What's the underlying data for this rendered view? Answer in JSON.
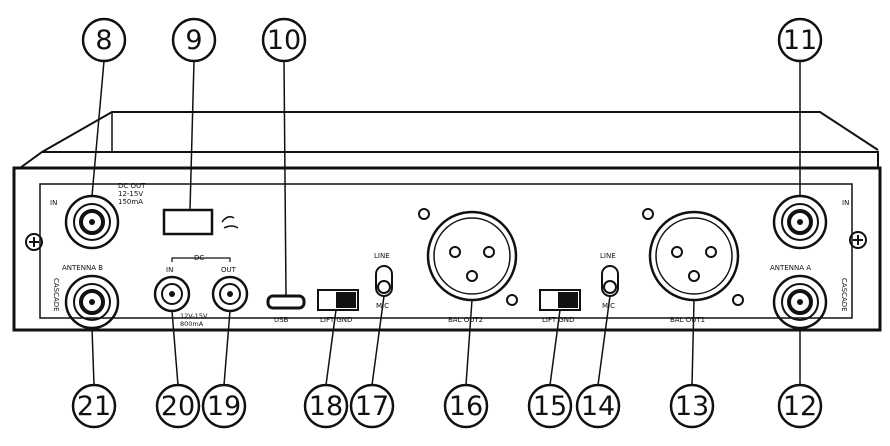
{
  "callouts": {
    "c8": "8",
    "c9": "9",
    "c10": "10",
    "c11": "11",
    "c21": "21",
    "c20": "20",
    "c19": "19",
    "c18": "18",
    "c17": "17",
    "c16": "16",
    "c15": "15",
    "c14": "14",
    "c13": "13",
    "c12": "12"
  },
  "labels": {
    "in_left": "IN",
    "in_right": "IN",
    "dc_out_1": "DC OUT",
    "dc_out_2": "12-15V",
    "dc_out_3": "150mA",
    "antenna_b": "ANTENNA B",
    "antenna_a": "ANTENNA A",
    "cascade_left": "CASCADE",
    "cascade_right": "CASCADE",
    "dc": "DC",
    "dc_in": "IN",
    "dc_outlet": "OUT",
    "dc_rating_1": "12V-15V",
    "dc_rating_2": "800mA",
    "usb": "USB",
    "lift_gnd_1": "LIFT GND",
    "lift_gnd_2": "LIFT GND",
    "line_1": "LINE",
    "mic_1": "MIC",
    "line_2": "LINE",
    "mic_2": "MIC",
    "bal_out2": "BAL OUT2",
    "bal_out1": "BAL OUT1"
  }
}
